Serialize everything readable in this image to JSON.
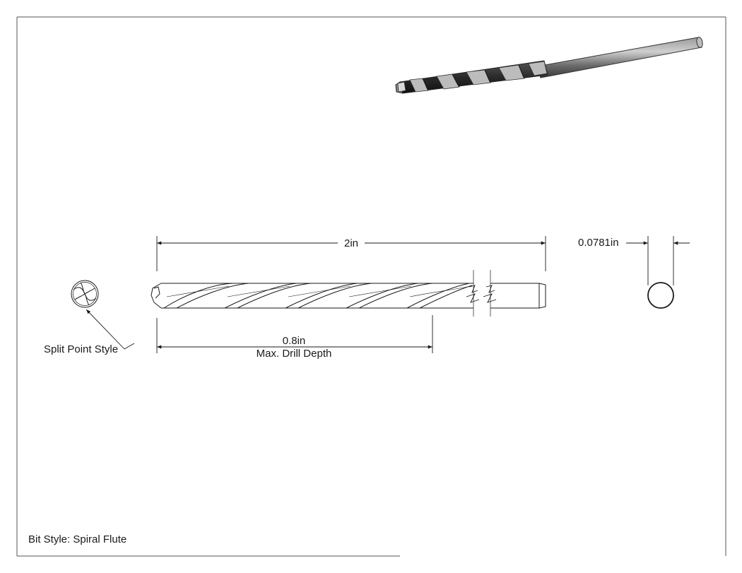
{
  "dimensions": {
    "overall_length": "2in",
    "diameter": "0.0781in",
    "max_drill_depth_value": "0.8in",
    "max_drill_depth_caption": "Max. Drill Depth"
  },
  "callouts": {
    "point_style": "Split Point Style"
  },
  "footer": {
    "bit_style": "Bit Style: Spiral Flute"
  },
  "colors": {
    "line": "#1a1a1a",
    "border": "#555555",
    "render_dark": "#2b2b2b",
    "render_mid": "#6e6e6e",
    "render_light": "#b5b5b5"
  }
}
